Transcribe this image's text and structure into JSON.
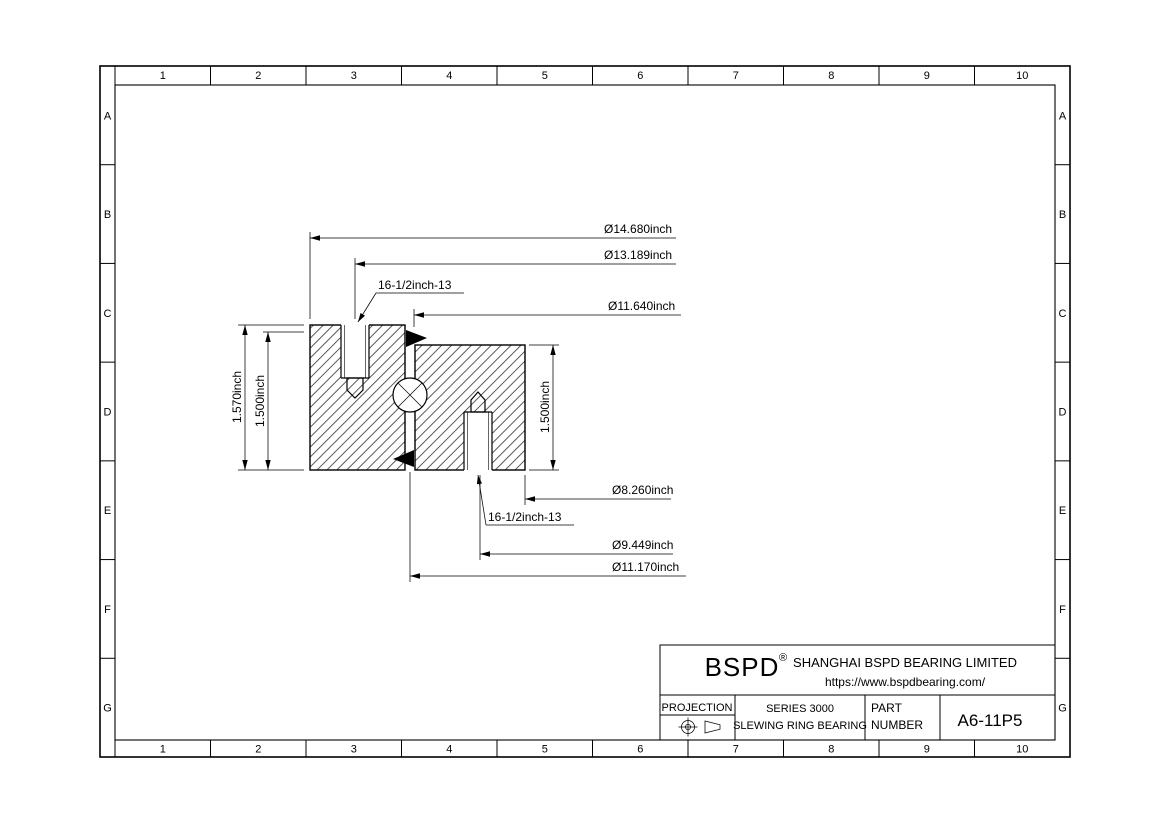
{
  "sheet": {
    "background": "#ffffff",
    "line_color": "#000000",
    "grid": {
      "columns": [
        "1",
        "2",
        "3",
        "4",
        "5",
        "6",
        "7",
        "8",
        "9",
        "10"
      ],
      "rows": [
        "A",
        "B",
        "C",
        "D",
        "E",
        "F",
        "G"
      ]
    }
  },
  "view": {
    "dimensions": {
      "dia_14_680": "Ø14.680inch",
      "dia_13_189": "Ø13.189inch",
      "dia_11_640": "Ø11.640inch",
      "dia_8_260": "Ø8.260inch",
      "dia_9_449": "Ø9.449inch",
      "dia_11_170": "Ø11.170inch",
      "tap_top": "16-1/2inch-13",
      "tap_bottom": "16-1/2inch-13",
      "height_1_570": "1.570inch",
      "height_1_500_left": "1.500inch",
      "height_1_500_right": "1.500inch"
    }
  },
  "title_block": {
    "brand": "BSPD",
    "registered_mark": "®",
    "company": "SHANGHAI BSPD BEARING LIMITED",
    "website": "https://www.bspdbearing.com/",
    "projection_label": "PROJECTION",
    "series_line_1": "SERIES 3000",
    "series_line_2": "SLEWING RING BEARING",
    "part_label_line_1": "PART",
    "part_label_line_2": "NUMBER",
    "part_number": "A6-11P5"
  }
}
